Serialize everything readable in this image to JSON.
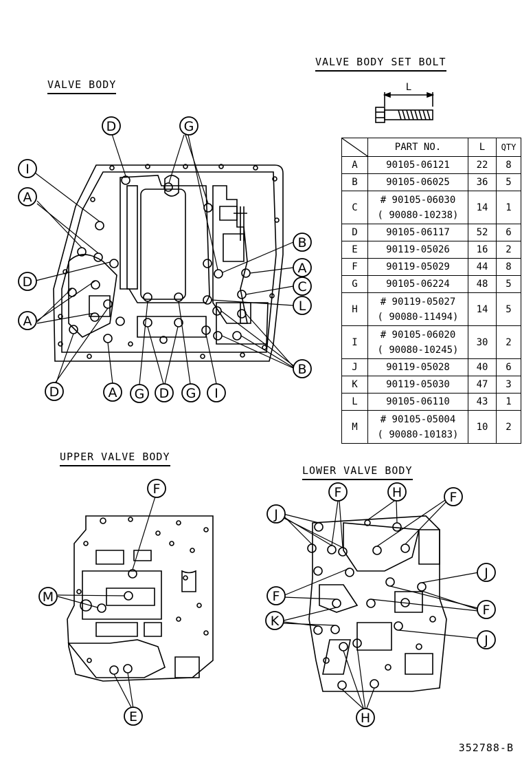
{
  "headings": {
    "valve_body": "VALVE BODY",
    "set_bolt": "VALVE BODY SET BOLT",
    "upper": "UPPER VALVE BODY",
    "lower": "LOWER VALVE BODY"
  },
  "bolt_dimension_label": "L",
  "table": {
    "headers": {
      "part": "PART NO.",
      "len": "L",
      "qty": "QTY"
    },
    "rows": [
      {
        "id": "A",
        "parts": [
          "90105-06121"
        ],
        "len": "22",
        "qty": "8"
      },
      {
        "id": "B",
        "parts": [
          "90105-06025"
        ],
        "len": "36",
        "qty": "5"
      },
      {
        "id": "C",
        "parts": [
          "# 90105-06030",
          "( 90080-10238)"
        ],
        "len": "14",
        "qty": "1"
      },
      {
        "id": "D",
        "parts": [
          "90105-06117"
        ],
        "len": "52",
        "qty": "6"
      },
      {
        "id": "E",
        "parts": [
          "90119-05026"
        ],
        "len": "16",
        "qty": "2"
      },
      {
        "id": "F",
        "parts": [
          "90119-05029"
        ],
        "len": "44",
        "qty": "8"
      },
      {
        "id": "G",
        "parts": [
          "90105-06224"
        ],
        "len": "48",
        "qty": "5"
      },
      {
        "id": "H",
        "parts": [
          "# 90119-05027",
          "( 90080-11494)"
        ],
        "len": "14",
        "qty": "5"
      },
      {
        "id": "I",
        "parts": [
          "# 90105-06020",
          "( 90080-10245)"
        ],
        "len": "30",
        "qty": "2"
      },
      {
        "id": "J",
        "parts": [
          "90119-05028"
        ],
        "len": "40",
        "qty": "6"
      },
      {
        "id": "K",
        "parts": [
          "90119-05030"
        ],
        "len": "47",
        "qty": "3"
      },
      {
        "id": "L",
        "parts": [
          "90105-06110"
        ],
        "len": "43",
        "qty": "1"
      },
      {
        "id": "M",
        "parts": [
          "# 90105-05004",
          "( 90080-10183)"
        ],
        "len": "10",
        "qty": "2"
      }
    ]
  },
  "callouts": {
    "valve_body": [
      "D",
      "G",
      "I",
      "A",
      "B",
      "A",
      "D",
      "C",
      "A",
      "L",
      "B",
      "D",
      "A",
      "G",
      "D",
      "G",
      "I"
    ],
    "upper_valve_body": [
      "F",
      "M",
      "E"
    ],
    "lower_valve_body": [
      "J",
      "F",
      "H",
      "F",
      "J",
      "F",
      "F",
      "K",
      "J",
      "H"
    ]
  },
  "drawing_number": "352788-B"
}
